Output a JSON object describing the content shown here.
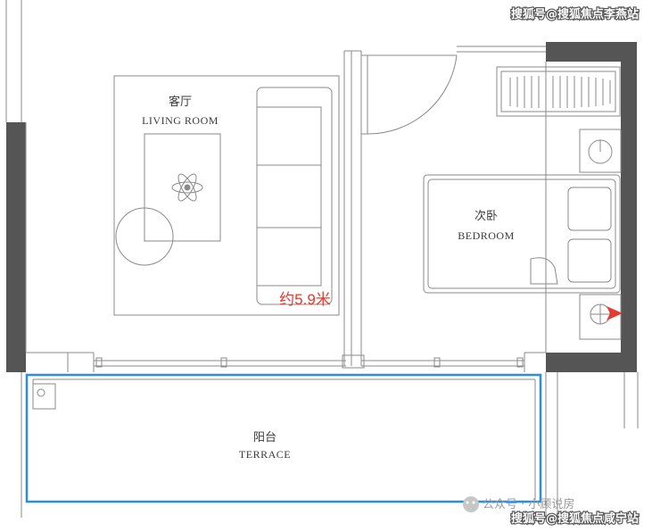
{
  "rooms": {
    "living": {
      "name_cn": "客厅",
      "name_en": "LIVING ROOM"
    },
    "bedroom": {
      "name_cn": "次卧",
      "name_en": "BEDROOM"
    },
    "terrace": {
      "name_cn": "阳台",
      "name_en": "TERRACE"
    }
  },
  "dimension": {
    "label": "约5.9米"
  },
  "watermarks": {
    "top": "搜狐号@搜狐焦点李燕站",
    "bottom": "搜狐号@搜狐焦点咸宁站",
    "wechat": "公众号 · 小顾说房"
  },
  "colors": {
    "wall": "#555555",
    "line": "#8a8a8a",
    "arrow": "#e53a2f",
    "highlight": "#2b8de2"
  }
}
